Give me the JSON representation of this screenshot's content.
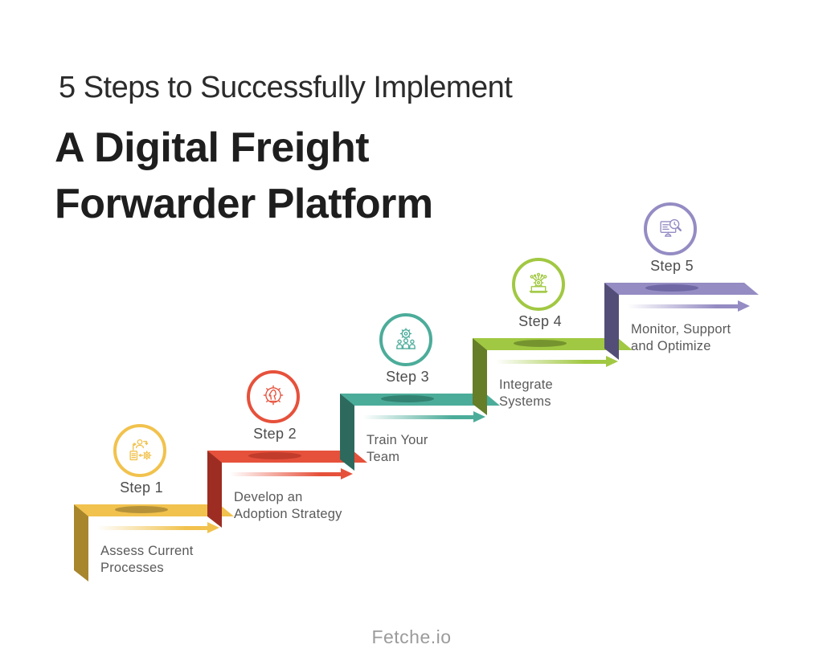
{
  "title": {
    "subtitle": "5 Steps to Successfully Implement",
    "heading_line1": "A Digital Freight",
    "heading_line2": "Forwarder Platform"
  },
  "footer": {
    "brand": "Fetche.io"
  },
  "steps": [
    {
      "label": "Step 1",
      "desc_line1": "Assess Current",
      "desc_line2": "Processes",
      "icon": "process-assessment-icon",
      "color": "#F1C24D",
      "dark_color": "#A8862C",
      "shadow_color": "#B5923A"
    },
    {
      "label": "Step 2",
      "desc_line1": "Develop an",
      "desc_line2": "Adoption Strategy",
      "icon": "strategy-chess-icon",
      "color": "#E6513B",
      "dark_color": "#9D2D22",
      "shadow_color": "#C23C2C"
    },
    {
      "label": "Step 3",
      "desc_line1": "Train Your",
      "desc_line2": "Team",
      "icon": "team-training-icon",
      "color": "#4CAC9A",
      "dark_color": "#2D6A5D",
      "shadow_color": "#338372"
    },
    {
      "label": "Step 4",
      "desc_line1": "Integrate",
      "desc_line2": "Systems",
      "icon": "system-integration-icon",
      "color": "#A1C842",
      "dark_color": "#657E27",
      "shadow_color": "#75942F"
    },
    {
      "label": "Step 5",
      "desc_line1": "Monitor, Support",
      "desc_line2": "and Optimize",
      "icon": "monitor-search-icon",
      "color": "#948CC3",
      "dark_color": "#534E78",
      "shadow_color": "#6F68A4"
    }
  ]
}
